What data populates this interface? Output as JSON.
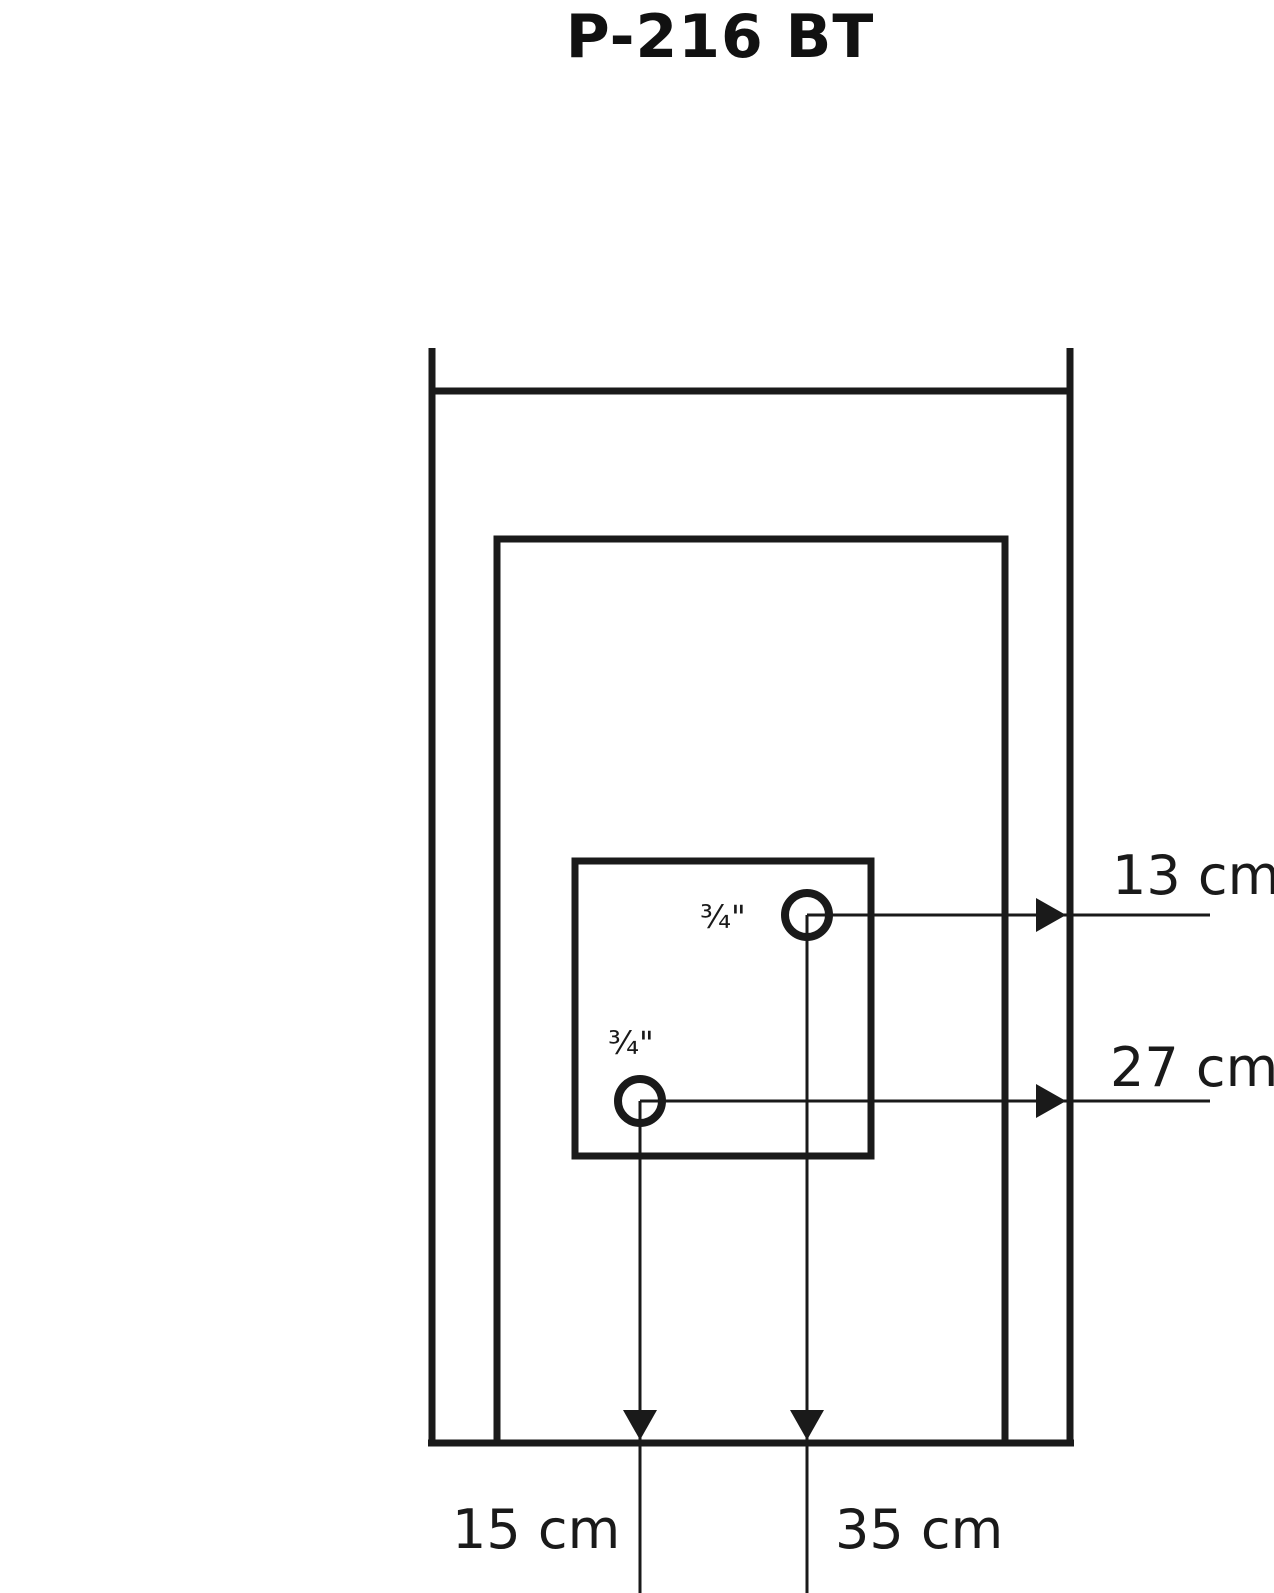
{
  "title": "P-216 BT",
  "connections": [
    {
      "size": "¾\"",
      "side": "13 cm",
      "bottom": "35 cm"
    },
    {
      "size": "¾\"",
      "side": "27 cm",
      "bottom": "15 cm"
    }
  ],
  "colors": {
    "line": "#1a1a1a",
    "background": "#ffffff"
  }
}
